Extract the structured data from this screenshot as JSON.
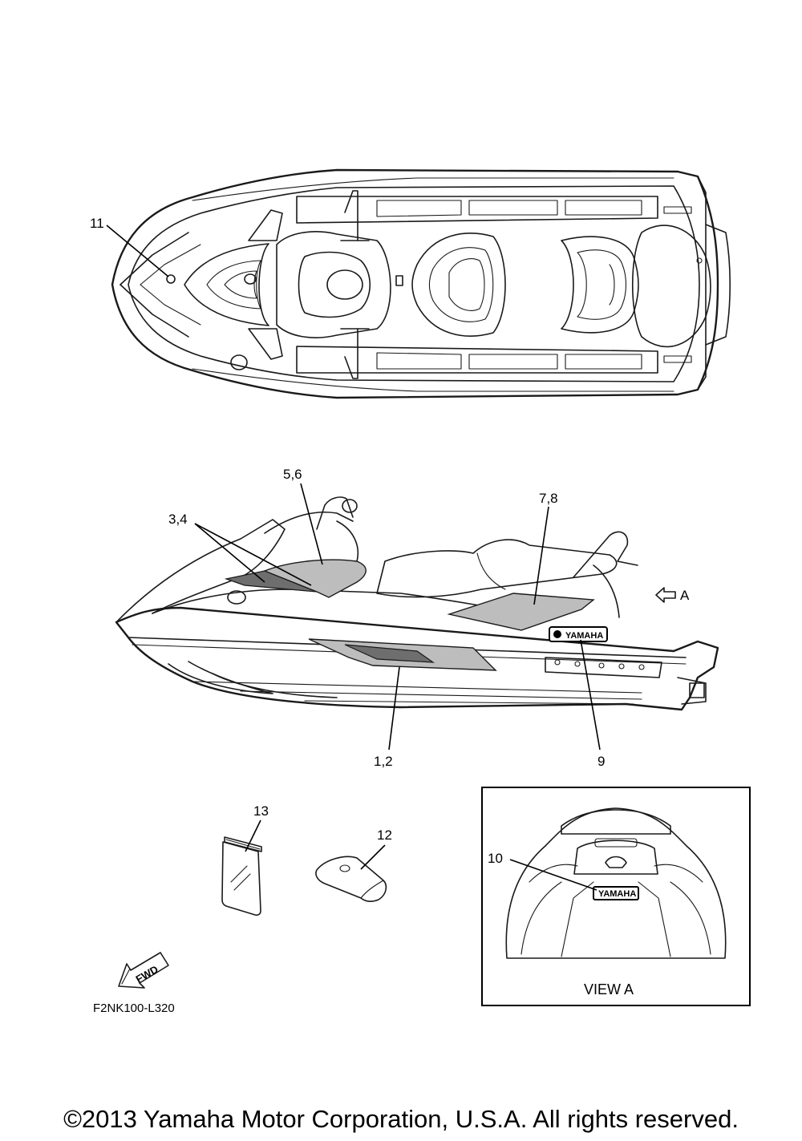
{
  "callouts": {
    "c11": "11",
    "c56": "5,6",
    "c34": "3,4",
    "c78": "7,8",
    "c12": "1,2",
    "c9": "9",
    "c13": "13",
    "c12b": "12",
    "c10": "10"
  },
  "arrow_a_label": "A",
  "view_a_label": "VIEW A",
  "logo_text": "YAMAHA",
  "fwd_label": "FWD",
  "drawing_code": "F2NK100-L320",
  "copyright": "©2013 Yamaha Motor Corporation, U.S.A. All rights reserved."
}
